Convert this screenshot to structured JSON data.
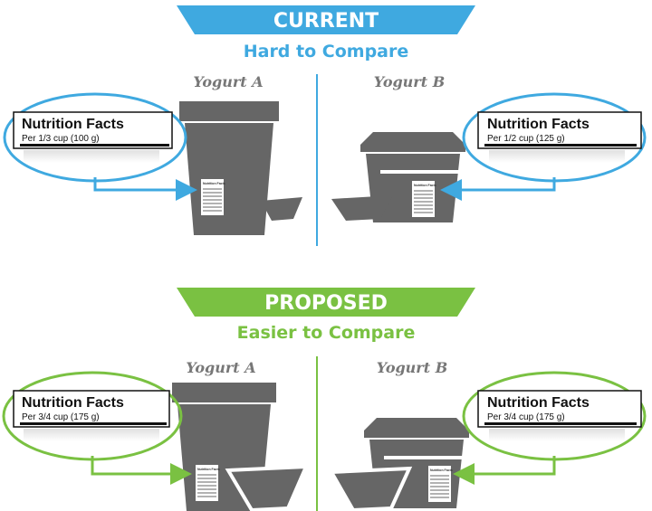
{
  "colors": {
    "current": "#3fa9e0",
    "proposed": "#7ac142",
    "container": "#666666",
    "text_gray": "#777777"
  },
  "current": {
    "banner": "CURRENT",
    "subtitle": "Hard to Compare",
    "yogurt_a": {
      "label": "Yogurt A",
      "nf_title": "Nutrition Facts",
      "serving": "Per 1/3 cup (100 g)",
      "mini_label": "Nutrition Facts"
    },
    "yogurt_b": {
      "label": "Yogurt B",
      "nf_title": "Nutrition Facts",
      "serving": "Per 1/2 cup (125 g)",
      "mini_label": "Nutrition Facts"
    }
  },
  "proposed": {
    "banner": "PROPOSED",
    "subtitle": "Easier to Compare",
    "yogurt_a": {
      "label": "Yogurt A",
      "nf_title": "Nutrition Facts",
      "serving": "Per 3/4 cup (175 g)",
      "mini_label": "Nutrition Facts"
    },
    "yogurt_b": {
      "label": "Yogurt B",
      "nf_title": "Nutrition Facts",
      "serving": "Per 3/4 cup (175 g)",
      "mini_label": "Nutrition Facts"
    }
  }
}
